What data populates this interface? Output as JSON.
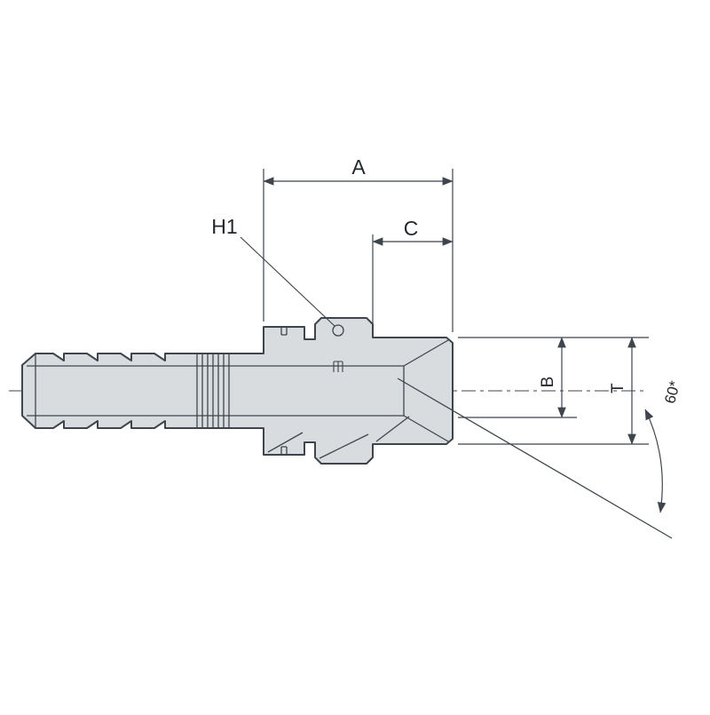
{
  "drawing": {
    "labels": {
      "dim_a": "A",
      "dim_h1": "H1",
      "dim_c": "C",
      "dim_b": "B",
      "dim_t": "T",
      "cone_angle": "60*"
    },
    "colors": {
      "line": "#3e454c",
      "fill": "#d9dcde",
      "dim": "#3e454c",
      "text": "#23282e"
    }
  }
}
